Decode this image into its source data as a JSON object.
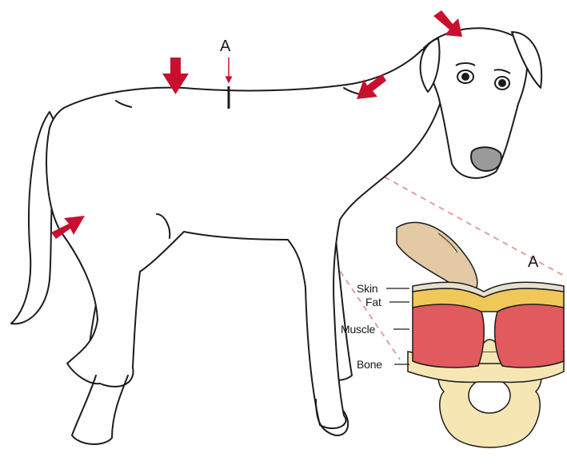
{
  "labels": {
    "a_top": "A",
    "a_bottom": "A",
    "skin": "Skin",
    "fat": "Fat",
    "muscle": "Muscle",
    "bone": "Bone"
  },
  "colors": {
    "arrow": "#c8102e",
    "outline": "#1c1c1c",
    "dashed_line": "#e2a0a0",
    "fat_layer": "#f0c85a",
    "muscle": "#e05a5e",
    "bone": "#f5e6b4",
    "finger": "#e3c9a4"
  },
  "icons": [
    "down-arrow-icon",
    "diagonal-arrow-icon"
  ]
}
